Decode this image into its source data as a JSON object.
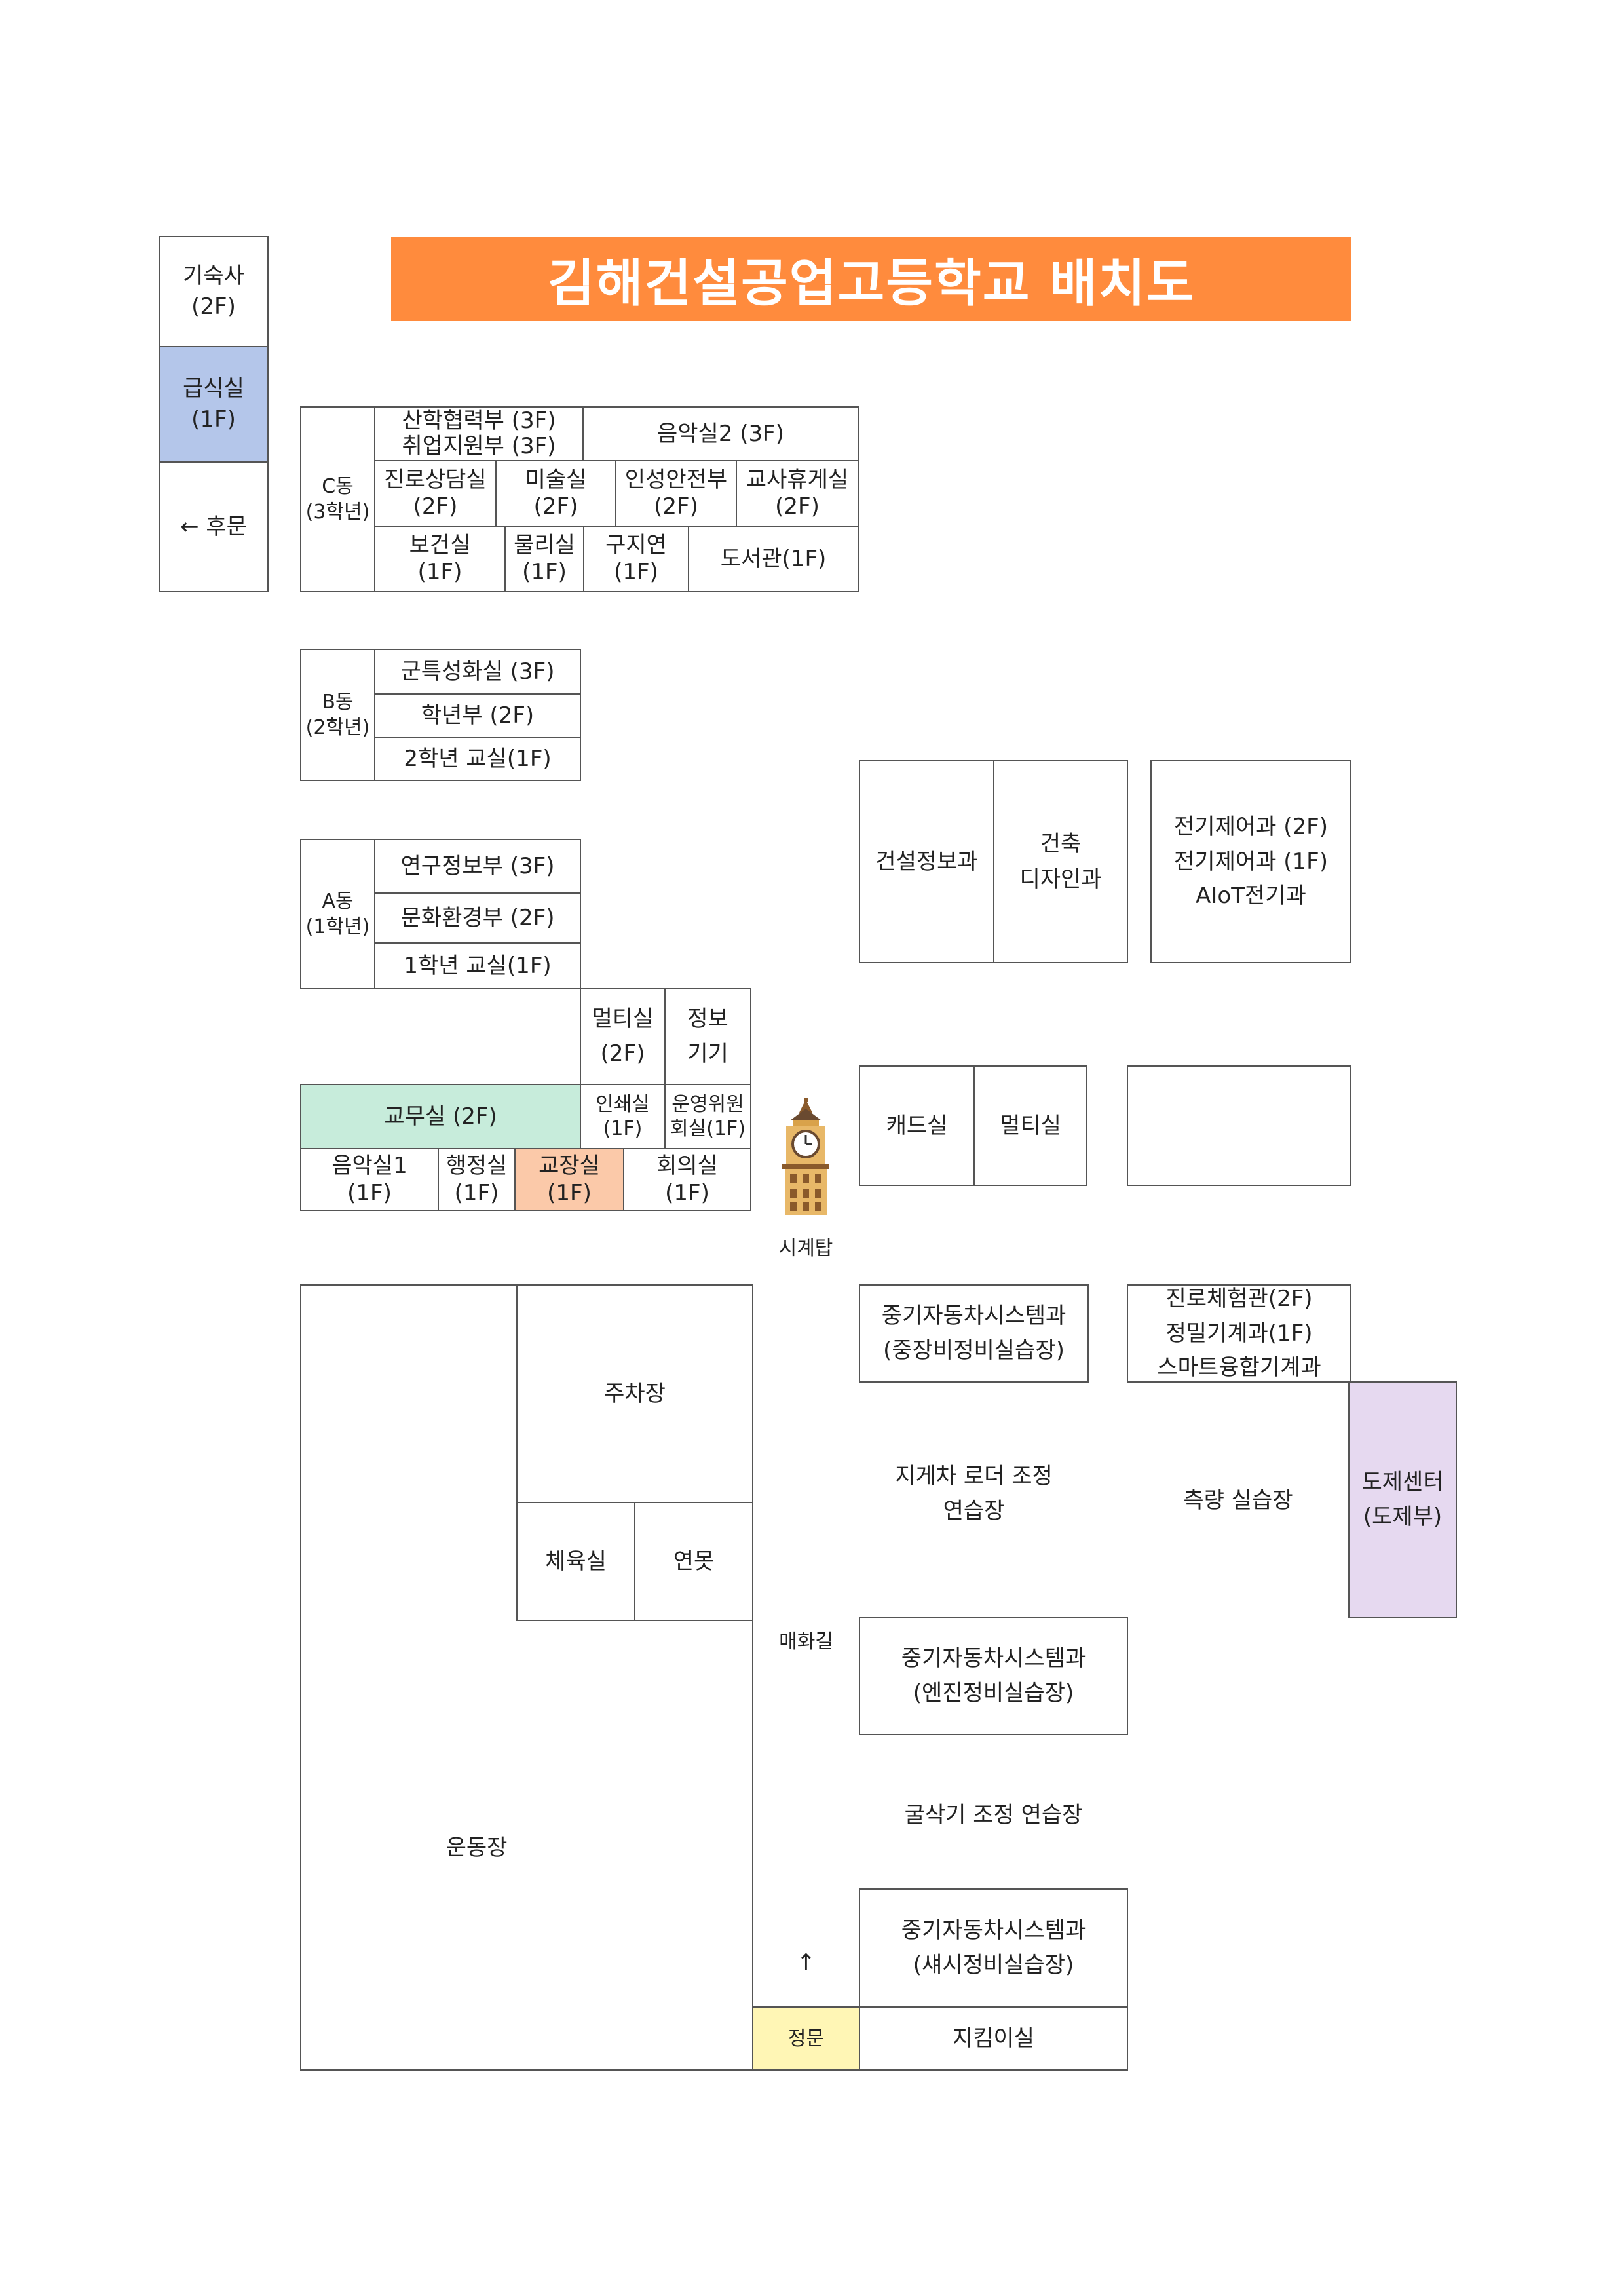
{
  "title": "김해건설공업고등학교 배치도",
  "colors": {
    "title_bg": "#ff8b3d",
    "cafeteria": "#b4c6ea",
    "teachers_office": "#c7ecdb",
    "principal": "#fbc9a9",
    "main_gate": "#fff6b5",
    "center": "#e6d9f0"
  },
  "left_column": {
    "dormitory": [
      "기숙사",
      "(2F)"
    ],
    "cafeteria": [
      "급식실",
      "(1F)"
    ],
    "back_gate": "← 후문"
  },
  "c_building": {
    "label": [
      "C동",
      "(3학년)"
    ],
    "rooms": {
      "industry": [
        "산학협력부 (3F)",
        "취업지원부 (3F)"
      ],
      "music2": "음악실2 (3F)",
      "counseling": [
        "진로상담실",
        "(2F)"
      ],
      "art": [
        "미술실",
        "(2F)"
      ],
      "character": [
        "인성안전부",
        "(2F)"
      ],
      "teacher_lounge": [
        "교사휴게실",
        "(2F)"
      ],
      "health": [
        "보건실",
        "(1F)"
      ],
      "physics": [
        "물리실",
        "(1F)"
      ],
      "old_lounge": [
        "구지연",
        "(1F)"
      ],
      "library": "도서관(1F)"
    }
  },
  "b_building": {
    "label": [
      "B동",
      "(2학년)"
    ],
    "floors": [
      "군특성화실 (3F)",
      "학년부 (2F)",
      "2학년 교실(1F)"
    ]
  },
  "a_building": {
    "label": [
      "A동",
      "(1학년)"
    ],
    "floors": [
      "연구정보부 (3F)",
      "문화환경부 (2F)",
      "1학년 교실(1F)"
    ]
  },
  "main_building": {
    "multi": [
      "멀티실",
      "(2F)"
    ],
    "info": [
      "정보",
      "기기"
    ],
    "teachers_office": "교무실 (2F)",
    "print": [
      "인쇄실",
      "(1F)"
    ],
    "committee": [
      "운영위원",
      "회실(1F)"
    ],
    "music1": [
      "음악실1",
      "(1F)"
    ],
    "admin": [
      "행정실",
      "(1F)"
    ],
    "principal": [
      "교장실",
      "(1F)"
    ],
    "meeting": [
      "회의실",
      "(1F)"
    ]
  },
  "clock_tower": "시계탑",
  "right_buildings": {
    "construction_info": "건설정보과",
    "architecture": [
      "건축",
      "디자인과"
    ],
    "electric": [
      "전기제어과 (2F)",
      "전기제어과 (1F)",
      "AIoT전기과"
    ],
    "cad": "캐드실",
    "multi": "멀티실",
    "vehicle_body": [
      "중기자동차시스템과",
      "(중장비정비실습장)"
    ],
    "career": [
      "진로체험관(2F)",
      "정밀기계과(1F)",
      "스마트융합기계과"
    ],
    "forklift": [
      "지게차 로더 조정",
      "연습장"
    ],
    "survey": "측량 실습장",
    "center": [
      "도제센터",
      "(도제부)"
    ],
    "engine": [
      "중기자동차시스템과",
      "(엔진정비실습장)"
    ],
    "excavator": "굴삭기 조정 연습장",
    "chassis": [
      "중기자동차시스템과",
      "(섀시정비실습장)"
    ],
    "guard": "지킴이실"
  },
  "grounds": {
    "parking": "주차장",
    "gym": "체육실",
    "pond": "연못",
    "field": "운동장",
    "road": "매화길",
    "up_arrow": "↑",
    "main_gate": "정문"
  }
}
